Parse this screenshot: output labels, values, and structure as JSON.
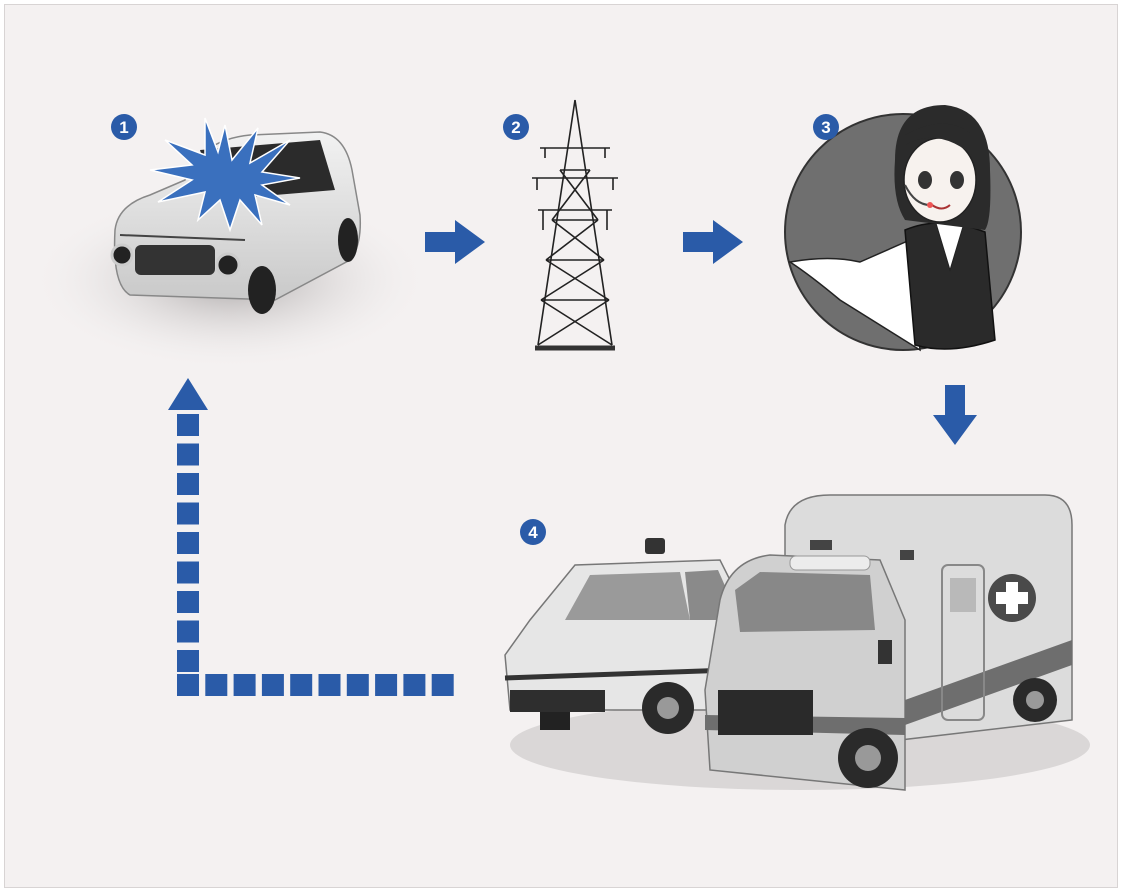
{
  "steps": [
    {
      "number": "1",
      "subject": "vehicle-crash"
    },
    {
      "number": "2",
      "subject": "transmission-tower"
    },
    {
      "number": "3",
      "subject": "call-center-operator"
    },
    {
      "number": "4",
      "subject": "emergency-vehicles"
    }
  ],
  "colors": {
    "accent": "#2a5ba8",
    "background": "#f4f1f1",
    "burst": "#3a70be"
  }
}
